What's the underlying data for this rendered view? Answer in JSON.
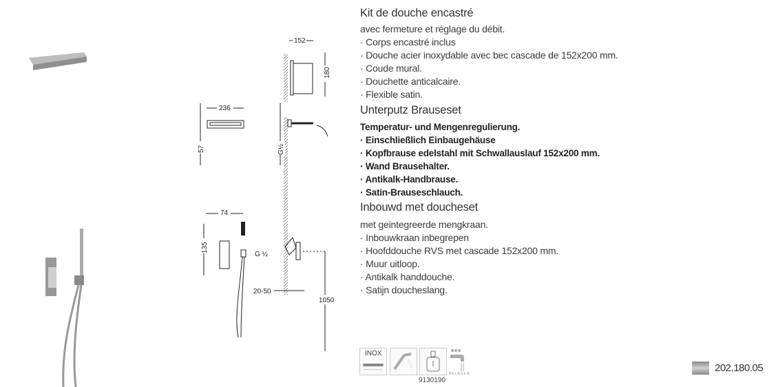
{
  "sections": [
    {
      "title": "Kit de douche encastré",
      "lines": [
        "avec fermeture et réglage du débit.",
        "· Corps encastré inclus",
        "· Douche acier inoxydable avec bec cascade de 152x200 mm.",
        "· Coude mural.",
        "· Douchette anticalcaire.",
        "· Flexible satin."
      ]
    },
    {
      "title": "Unterputz Brauseset",
      "lines": [
        "Temperatur- und Mengenregulierung.",
        "· Einschließlich Einbaugehäuse",
        "· Kopfbrause edelstahl mit Schwallauslauf 152x200 mm.",
        "· Wand Brausehalter.",
        "· Antikalk-Handbrause.",
        "· Satin-Brauseschlauch."
      ]
    },
    {
      "title": "Inbouwd met doucheset",
      "lines": [
        "met geintegreerde mengkraan.",
        "· Inbouwkraan inbegrepen",
        "· Hoofddouche RVS met cascade 152x200 mm.",
        "· Muur uitloop.",
        "· Antikalk handdouche.",
        "· Satijn doucheslang."
      ]
    }
  ],
  "dimensions": {
    "d152": "152",
    "d180": "180",
    "d236": "236",
    "d57": "57",
    "g12a": "G½",
    "g12b": "G ½",
    "d74": "74",
    "d135": "135",
    "d2050": "20-50",
    "d1050": "1050"
  },
  "icons": {
    "inox": "INOX",
    "part_number": "9130190",
    "belaqua": "BELAQUA"
  },
  "finish": {
    "code": "202.180.05",
    "swatch_color": "#a8a8a8"
  }
}
